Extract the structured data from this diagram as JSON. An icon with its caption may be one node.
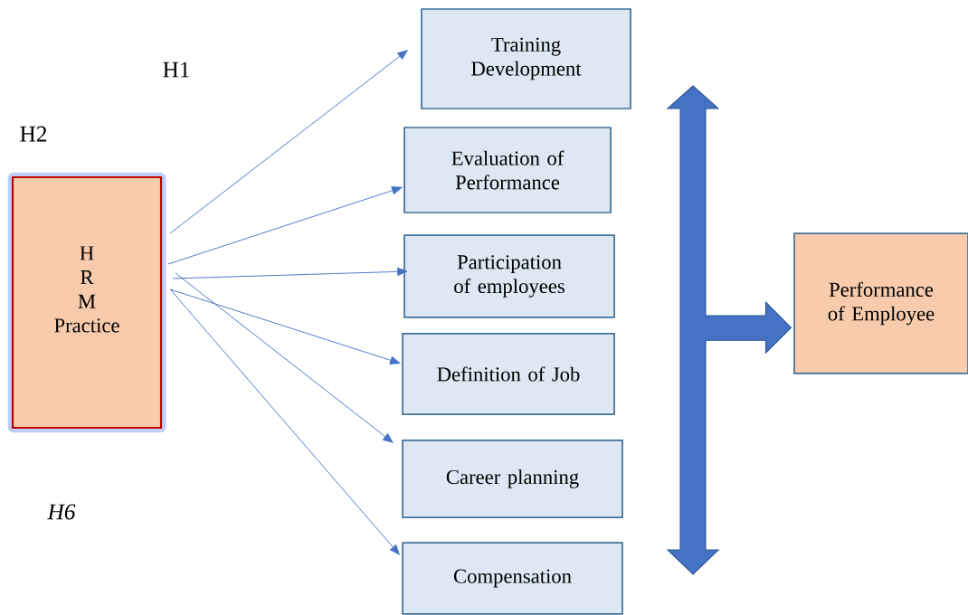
{
  "diagram": {
    "nodes": [
      {
        "text": [
          "H R M Practice"
        ]
      },
      {
        "text": [
          "Training Development"
        ]
      },
      {
        "text": [
          "Evaluation of Performance"
        ]
      },
      {
        "text": [
          "Participation of employees"
        ]
      },
      {
        "text": [
          "Definition of Job"
        ]
      },
      {
        "text": [
          "Career planning"
        ]
      },
      {
        "text": [
          "Compensation"
        ]
      },
      {
        "text": [
          "Performance of Employee"
        ]
      }
    ],
    "edges": [
      {
        "from": 0,
        "to": 1,
        "arrow": "to"
      },
      {
        "from": 0,
        "to": 2,
        "arrow": "to"
      },
      {
        "from": 0,
        "to": 3,
        "arrow": "to"
      },
      {
        "from": 0,
        "to": 4,
        "arrow": "to"
      },
      {
        "from": 0,
        "to": 5,
        "arrow": "to"
      },
      {
        "from": 0,
        "to": 6,
        "arrow": "to"
      },
      {
        "from": null,
        "to": 7,
        "arrow": "to",
        "style": "thick"
      }
    ],
    "labels": [
      "H1",
      "H2",
      "H6"
    ]
  }
}
